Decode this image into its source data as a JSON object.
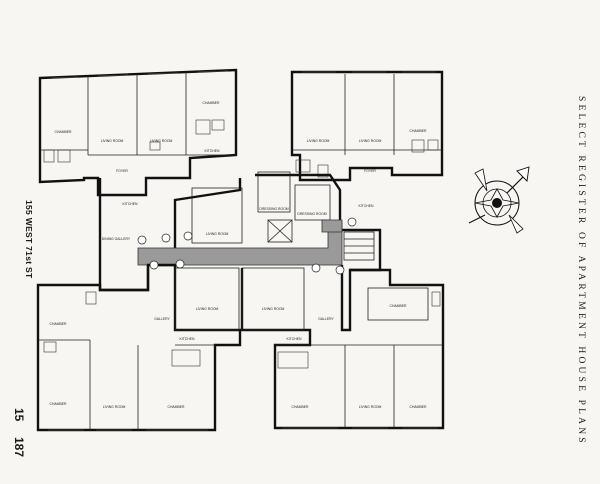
{
  "header": {
    "register_title": "SELECT REGISTER OF APARTMENT HOUSE PLANS",
    "street": "155 WEST 71st ST",
    "page_a": "15",
    "page_b": "187"
  },
  "colors": {
    "paper": "#f7f6f2",
    "ink": "#111111",
    "corridor": "#9a9a9a"
  },
  "icons": [
    "compass-icon"
  ]
}
